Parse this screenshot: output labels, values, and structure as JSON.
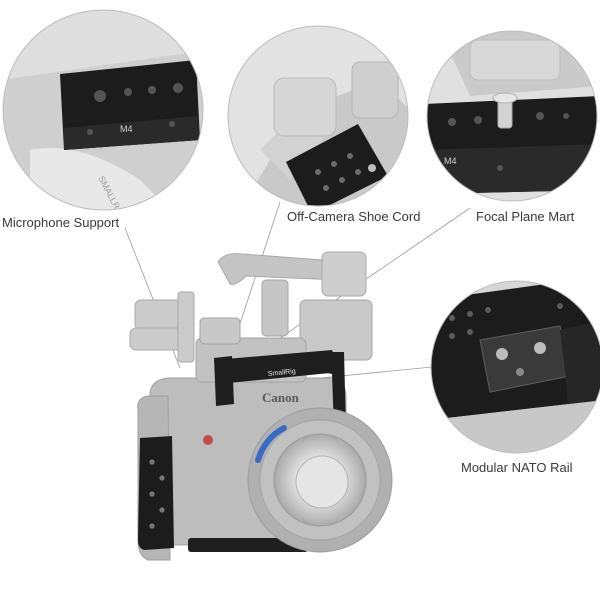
{
  "callouts": {
    "microphone_support": "Microphone Support",
    "off_camera_shoe_cord": "Off-Camera Shoe Cord",
    "focal_plane_mart": "Focal Plane Mart",
    "modular_nato_rail": "Modular NATO Rail"
  },
  "engravings": {
    "m4_left": "M4",
    "m4_right": "M4",
    "brand_cage": "SmallRig",
    "brand_camera": "Canon",
    "brand_detail": "SMALLRIG"
  },
  "colors": {
    "background": "#ffffff",
    "cage_black": "#1c1c1c",
    "camera_gray": "#bdbdbd",
    "lens_blue": "#3a6bc4",
    "leader_line": "#9a9a9a"
  }
}
